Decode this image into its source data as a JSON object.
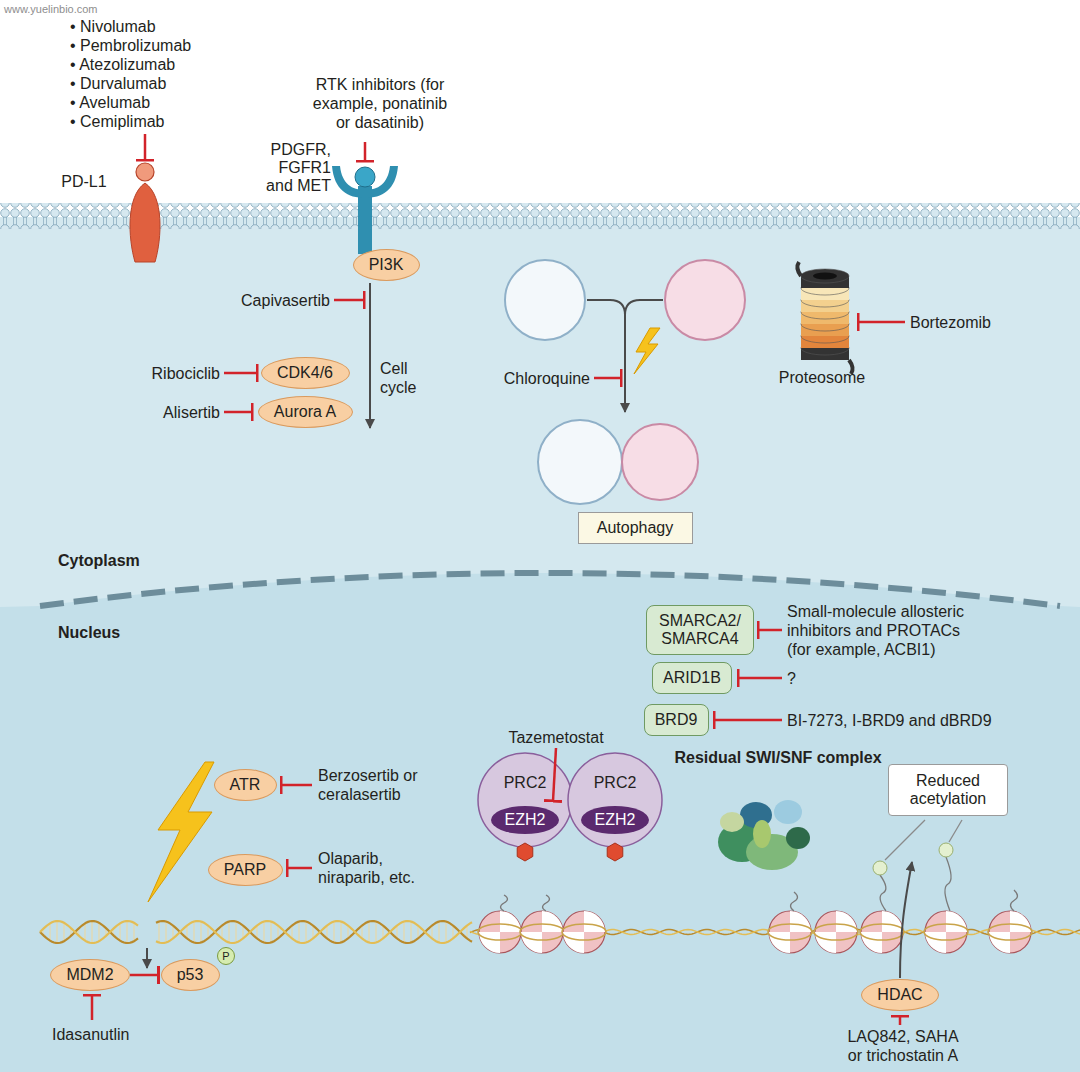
{
  "diagram": {
    "nodes": [
      {
        "text": [
          "PD-L1"
        ]
      },
      {
        "text": [
          "PDGFR, FGFR1 and MET"
        ]
      },
      {
        "text": [
          "PI3K"
        ]
      },
      {
        "text": [
          "CDK4/6"
        ]
      },
      {
        "text": [
          "Aurora A"
        ]
      },
      {
        "text": [
          "Proteosome"
        ]
      },
      {
        "text": [
          "Autophagy"
        ]
      },
      {
        "text": [
          "SMARCA2/SMARCA4"
        ]
      },
      {
        "text": [
          "ARID1B"
        ]
      },
      {
        "text": [
          "BRD9"
        ]
      },
      {
        "text": [
          "ATR"
        ]
      },
      {
        "text": [
          "PRC2"
        ]
      },
      {
        "text": [
          "EZH2"
        ],
        "in": 11
      },
      {
        "text": [
          "PRC2"
        ]
      },
      {
        "text": [
          "EZH2"
        ],
        "in": 13
      },
      {
        "text": [
          "Reduced acetylation"
        ]
      },
      {
        "text": [
          "PARP"
        ]
      },
      {
        "text": [
          "MDM2"
        ]
      },
      {
        "text": [
          "p53"
        ]
      },
      {
        "text": [
          "HDAC"
        ]
      }
    ],
    "edges": [
      {
        "from": 17,
        "to": 18,
        "arrow": "to"
      }
    ],
    "labels": [
      "www.yuelinbio.com",
      "• Nivolumab",
      "• Pembrolizumab",
      "• Atezolizumab",
      "• Durvalumab",
      "• Avelumab",
      "• Cemiplimab",
      "RTK inhibitors (for example, ponatinib or dasatinib)",
      "Capivasertib",
      "Ribociclib",
      "Alisertib",
      "Cell cycle",
      "Chloroquine",
      "Bortezomib",
      "Cytoplasm",
      "Nucleus",
      "Small-molecule allosteric inhibitors and PROTACs (for example, ACBI1)",
      "?",
      "BI-7273, I-BRD9 and dBRD9",
      "Tazemetostat",
      "Residual SWI/SNF complex",
      "Berzosertib or ceralasertib",
      "Olaparib, niraparib, etc.",
      "P",
      "Idasanutlin",
      "LAQ842, SAHA or trichostatin A"
    ]
  }
}
